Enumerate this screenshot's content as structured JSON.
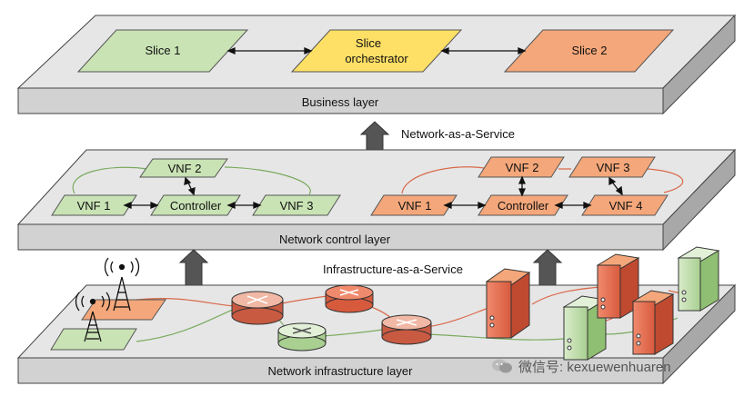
{
  "layers": {
    "business": "Business layer",
    "control": "Network control layer",
    "infrastructure": "Network infrastructure layer"
  },
  "arrows": {
    "naas": "Network-as-a-Service",
    "iaas": "Infrastructure-as-a-Service"
  },
  "business": {
    "slice1": "Slice 1",
    "orchestrator_line1": "Slice",
    "orchestrator_line2": "orchestrator",
    "slice2": "Slice 2"
  },
  "control_left": {
    "vnf1": "VNF 1",
    "vnf2": "VNF 2",
    "vnf3": "VNF 3",
    "controller": "Controller"
  },
  "control_right": {
    "vnf1": "VNF 1",
    "vnf2": "VNF 2",
    "vnf3": "VNF 3",
    "vnf4": "VNF 4",
    "controller": "Controller"
  },
  "watermark": "微信号: kexuewenhuaren",
  "colors": {
    "slab_top": "#e6e6e6",
    "slab_front": "#d2d2d2",
    "slab_side": "#a8a8a8",
    "green": "#c9e3b5",
    "yellow": "#ffe066",
    "orange": "#f4a77a",
    "red_router": "#e7735a",
    "arrow": "#555555"
  }
}
